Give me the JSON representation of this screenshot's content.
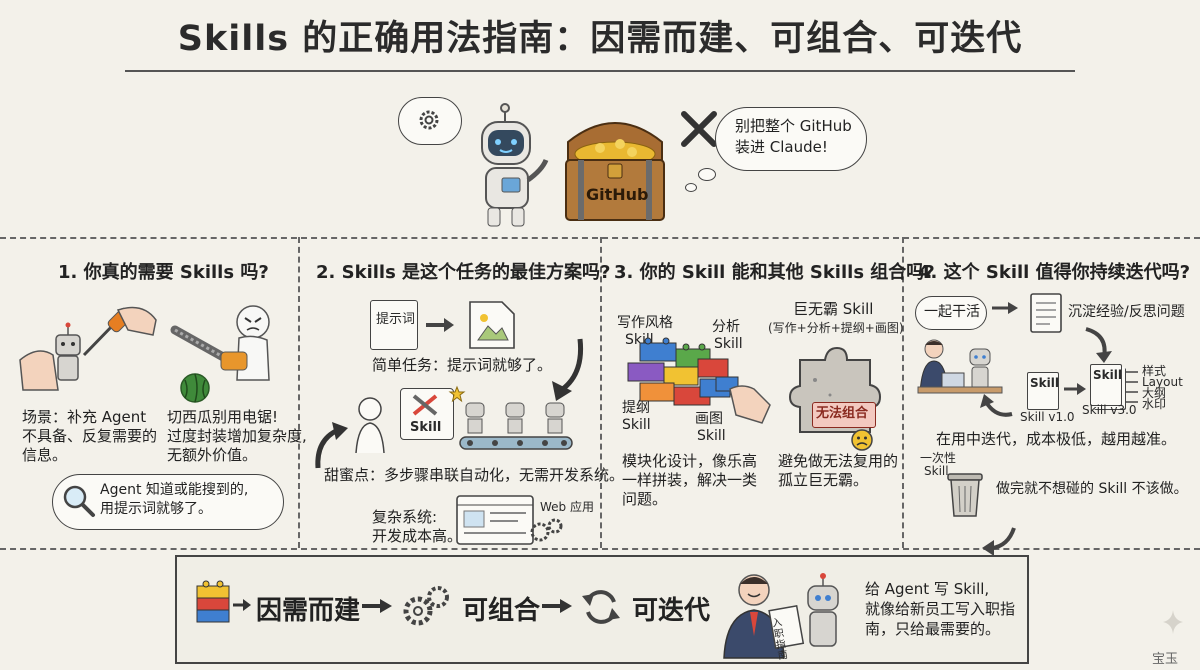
{
  "title": "Skills 的正确用法指南：因需而建、可组合、可迭代",
  "header": {
    "bubble_text_1": "别把整个 GitHub",
    "bubble_text_2": "装进 Claude!",
    "chest_label": "GitHub"
  },
  "sections": [
    {
      "heading": "1. 你真的需要 Skills 吗?",
      "caption_left_1": "场景：补充 Agent",
      "caption_left_2": "不具备、反复需要的",
      "caption_left_3": "信息。",
      "caption_right_1": "切西瓜别用电锯!",
      "caption_right_2": "过度封装增加复杂度,",
      "caption_right_3": "无额外价值。",
      "bubble_1": "Agent 知道或能搜到的,",
      "bubble_2": "用提示词就够了。"
    },
    {
      "heading": "2. Skills 是这个任务的最佳方案吗?",
      "prompt_label": "提示词",
      "simple_task": "简单任务：提示词就够了。",
      "skill_label": "Skill",
      "sweet_spot": "甜蜜点：多步骤串联自动化，无需开发系统。",
      "complex_1": "复杂系统:",
      "complex_2": "开发成本高。",
      "web_label": "Web 应用"
    },
    {
      "heading": "3. 你的 Skill 能和其他 Skills 组合吗?",
      "lbl_style_1": "写作风格",
      "lbl_style_2": "Skill",
      "lbl_analysis_1": "分析",
      "lbl_analysis_2": "Skill",
      "lbl_outline_1": "提纲",
      "lbl_outline_2": "Skill",
      "lbl_draw_1": "画图",
      "lbl_draw_2": "Skill",
      "giant_1": "巨无霸 Skill",
      "giant_2": "(写作+分析+提纲+画图)",
      "no_combine": "无法组合",
      "caption_left_1": "模块化设计，像乐高",
      "caption_left_2": "一样拼装，解决一类",
      "caption_left_3": "问题。",
      "caption_right_1": "避免做无法复用的",
      "caption_right_2": "孤立巨无霸。"
    },
    {
      "heading": "4. 这个 Skill 值得你持续迭代吗?",
      "together": "一起干活",
      "accumulate": "沉淀经验/反思问题",
      "doc_skill": "Skill",
      "v1": "Skill v1.0",
      "v3": "Skill v3.0",
      "feat_1": "样式",
      "feat_2": "Layout",
      "feat_3": "大纲",
      "feat_4": "水印",
      "iterate": "在用中迭代，成本极低，越用越准。",
      "oneoff_1": "一次性",
      "oneoff_2": "Skill",
      "dont": "做完就不想碰的 Skill 不该做。"
    }
  ],
  "summary": {
    "step_1": "因需而建",
    "step_2": "可组合",
    "step_3": "可迭代",
    "note_1": "给 Agent 写 Skill,",
    "note_2": "就像给新员工写入职指",
    "note_3": "南，只给最需要的。",
    "paper_text": "入职指南"
  },
  "watermark": "宝玉",
  "colors": {
    "background": "#f3f1ea",
    "lego_red": "#d9473b",
    "lego_blue": "#3f7fd0",
    "lego_yellow": "#f1c232",
    "lego_green": "#5aa84a",
    "lego_purple": "#8a5ac2",
    "lego_orange": "#f0913a"
  }
}
